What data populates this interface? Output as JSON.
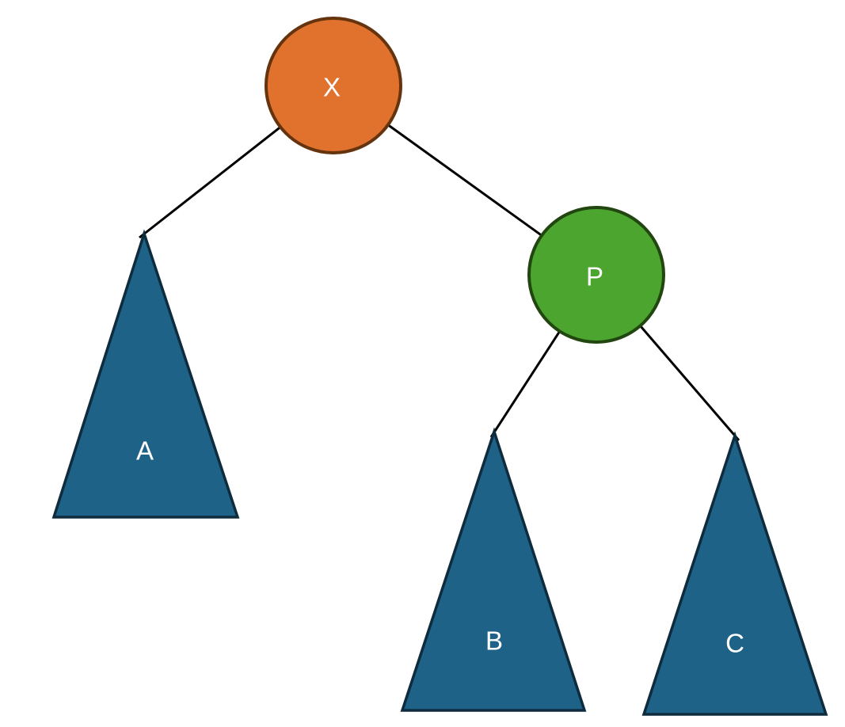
{
  "diagram": {
    "background": "#ffffff",
    "edge_color": "#000000",
    "text_color": "#ffffff",
    "nodes": [
      {
        "label": "X",
        "shape": "circle",
        "fill": "#E0722D",
        "stroke": "#66330F"
      },
      {
        "label": "P",
        "shape": "circle",
        "fill": "#4CA52F",
        "stroke": "#224610"
      },
      {
        "label": "A",
        "shape": "triangle",
        "fill": "#1E6287",
        "stroke": "#0E2C3E"
      },
      {
        "label": "B",
        "shape": "triangle",
        "fill": "#1E6287",
        "stroke": "#0E2C3E"
      },
      {
        "label": "C",
        "shape": "triangle",
        "fill": "#1E6287",
        "stroke": "#0E2C3E"
      }
    ],
    "edges": [
      {
        "from": "X",
        "to": "A"
      },
      {
        "from": "X",
        "to": "P"
      },
      {
        "from": "P",
        "to": "B"
      },
      {
        "from": "P",
        "to": "C"
      }
    ]
  }
}
